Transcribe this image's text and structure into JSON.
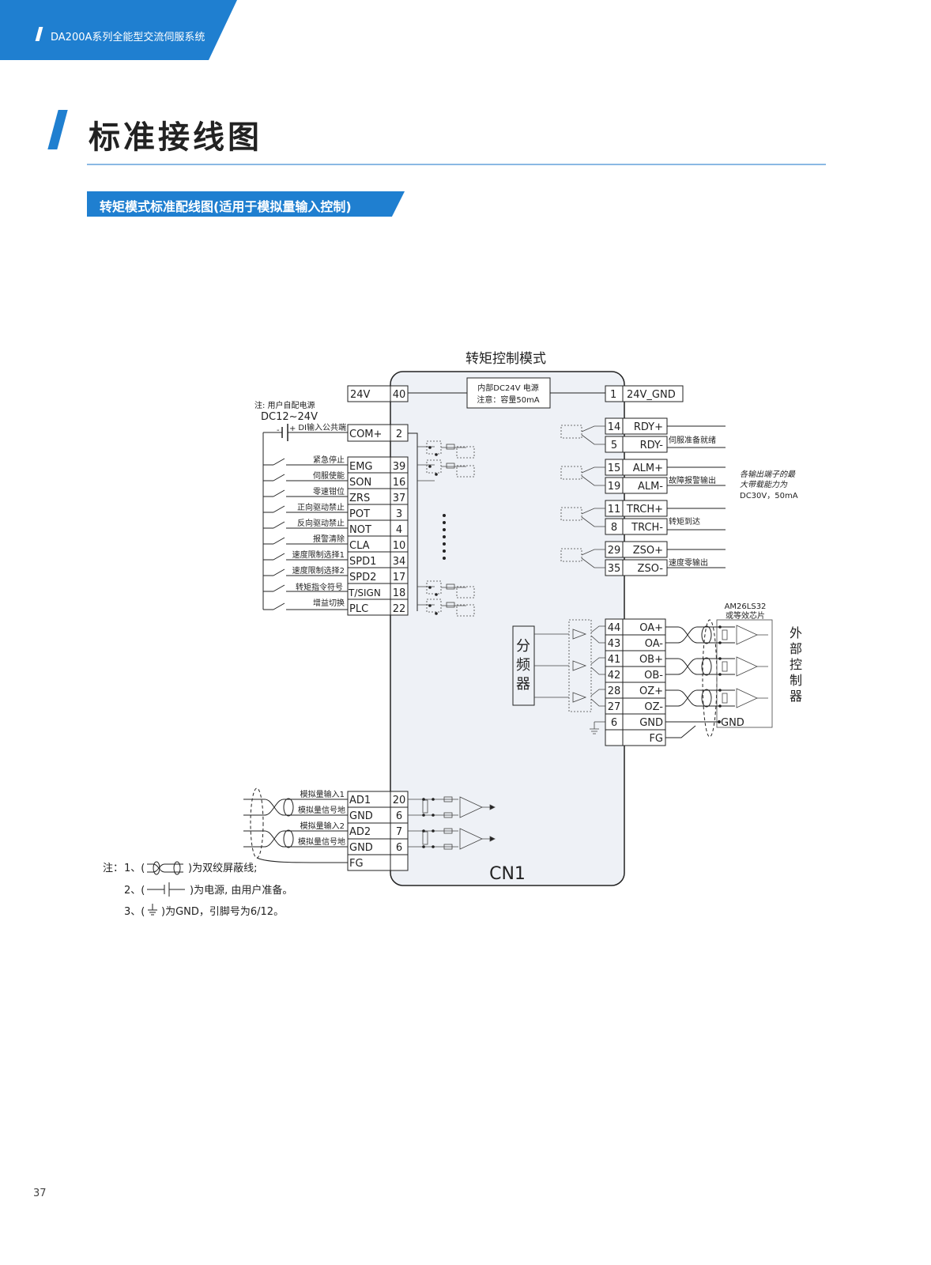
{
  "header": {
    "doc_title": "DA200A系列全能型交流伺服系统"
  },
  "page": {
    "title": "标准接线图",
    "number": "37"
  },
  "section": {
    "title": "转矩模式标准配线图(适用于模拟量输入控制)"
  },
  "diagram": {
    "mode_title": "转矩控制模式",
    "connector": "CN1",
    "internal_supply": {
      "line1": "内部DC24V 电源",
      "line2": "注意：容量50mA"
    },
    "top_left_pin": {
      "label": "24V",
      "pin": "40"
    },
    "top_right_pin": {
      "pin": "1",
      "label": "24V_GND"
    },
    "user_supply_note": {
      "line1": "注: 用户自配电源",
      "line2": "DC12~24V",
      "plus": "+",
      "minus": "-"
    },
    "inputs": [
      {
        "desc": "DI输入公共端",
        "signal": "COM+",
        "pin": "2"
      },
      {
        "desc": "紧急停止",
        "signal": "EMG",
        "pin": "39"
      },
      {
        "desc": "伺服使能",
        "signal": "SON",
        "pin": "16"
      },
      {
        "desc": "零速钳位",
        "signal": "ZRS",
        "pin": "37"
      },
      {
        "desc": "正向驱动禁止",
        "signal": "POT",
        "pin": "3"
      },
      {
        "desc": "反向驱动禁止",
        "signal": "NOT",
        "pin": "4"
      },
      {
        "desc": "报警清除",
        "signal": "CLA",
        "pin": "10"
      },
      {
        "desc": "速度限制选择1",
        "signal": "SPD1",
        "pin": "34"
      },
      {
        "desc": "速度限制选择2",
        "signal": "SPD2",
        "pin": "17"
      },
      {
        "desc": "转矩指令符号",
        "signal": "T/SIGN",
        "pin": "18"
      },
      {
        "desc": "增益切换",
        "signal": "PLC",
        "pin": "22"
      }
    ],
    "outputs": [
      {
        "pin": "14",
        "signal": "RDY+",
        "desc": ""
      },
      {
        "pin": "5",
        "signal": "RDY-",
        "desc": "伺服准备就绪"
      },
      {
        "pin": "15",
        "signal": "ALM+",
        "desc": ""
      },
      {
        "pin": "19",
        "signal": "ALM-",
        "desc": "故障报警输出"
      },
      {
        "pin": "11",
        "signal": "TRCH+",
        "desc": ""
      },
      {
        "pin": "8",
        "signal": "TRCH-",
        "desc": "转矩到达"
      },
      {
        "pin": "29",
        "signal": "ZSO+",
        "desc": ""
      },
      {
        "pin": "35",
        "signal": "ZSO-",
        "desc": "速度零输出"
      }
    ],
    "output_capacity_note": {
      "line1": "各输出端子的最",
      "line2": "大带载能力为",
      "line3": "DC30V，50mA"
    },
    "divider_label": [
      "分",
      "频",
      "器"
    ],
    "encoder_outputs": [
      {
        "pin": "44",
        "signal": "OA+"
      },
      {
        "pin": "43",
        "signal": "OA-"
      },
      {
        "pin": "41",
        "signal": "OB+"
      },
      {
        "pin": "42",
        "signal": "OB-"
      },
      {
        "pin": "28",
        "signal": "OZ+"
      },
      {
        "pin": "27",
        "signal": "OZ-"
      },
      {
        "pin": "6",
        "signal": "GND"
      },
      {
        "pin": "",
        "signal": "FG"
      }
    ],
    "receiver_chip": {
      "line1": "AM26LS32",
      "line2": "或等效芯片"
    },
    "external_gnd": "GND",
    "external_controller": [
      "外",
      "部",
      "控",
      "制",
      "器"
    ],
    "analog_inputs": [
      {
        "desc": "模拟量输入1",
        "signal": "AD1",
        "pin": "20"
      },
      {
        "desc": "模拟量信号地",
        "signal": "GND",
        "pin": "6"
      },
      {
        "desc": "模拟量输入2",
        "signal": "AD2",
        "pin": "7"
      },
      {
        "desc": "模拟量信号地",
        "signal": "GND",
        "pin": "6"
      },
      {
        "desc": "",
        "signal": "FG",
        "pin": ""
      }
    ]
  },
  "notes": {
    "prefix": "注：",
    "items": [
      {
        "num": "1、(",
        "text": ")为双绞屏蔽线;"
      },
      {
        "num": "2、(",
        "text": ")为电源, 由用户准备。"
      },
      {
        "num": "3、(",
        "text": ")为GND，引脚号为6/12。"
      }
    ]
  }
}
